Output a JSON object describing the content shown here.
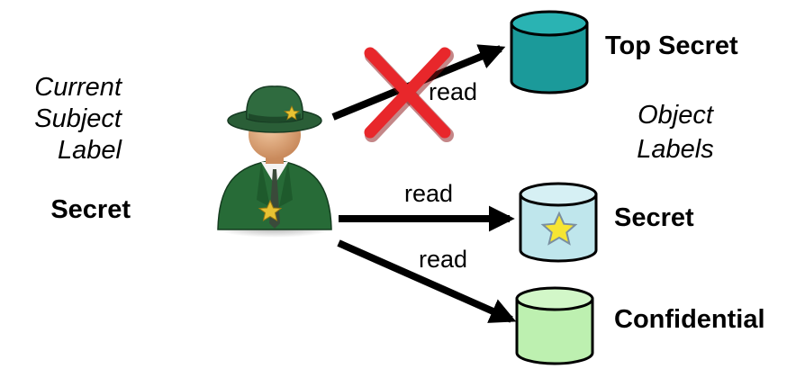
{
  "subject": {
    "heading_lines": [
      "Current",
      "Subject",
      "Label"
    ],
    "level": "Secret",
    "icon": "sheriff-user-icon"
  },
  "object_labels_lines": [
    "Object",
    "Labels"
  ],
  "objects": [
    {
      "label": "Top Secret",
      "color": "#1b9a9a",
      "icon": "database-cylinder-icon"
    },
    {
      "label": "Secret",
      "color": "#bfe6ec",
      "icon": "database-cylinder-star-icon"
    },
    {
      "label": "Confidential",
      "color": "#bdf0b0",
      "icon": "database-cylinder-icon"
    }
  ],
  "edges": [
    {
      "label": "read",
      "to": "Top Secret",
      "denied": true
    },
    {
      "label": "read",
      "to": "Secret",
      "denied": false
    },
    {
      "label": "read",
      "to": "Confidential",
      "denied": false
    }
  ],
  "colors": {
    "deny_mark": "#e8272b",
    "arrow": "#000000",
    "hat": "#2f6b3f",
    "jacket": "#276b37",
    "badge": "#e8c233",
    "star": "#f6e533"
  }
}
